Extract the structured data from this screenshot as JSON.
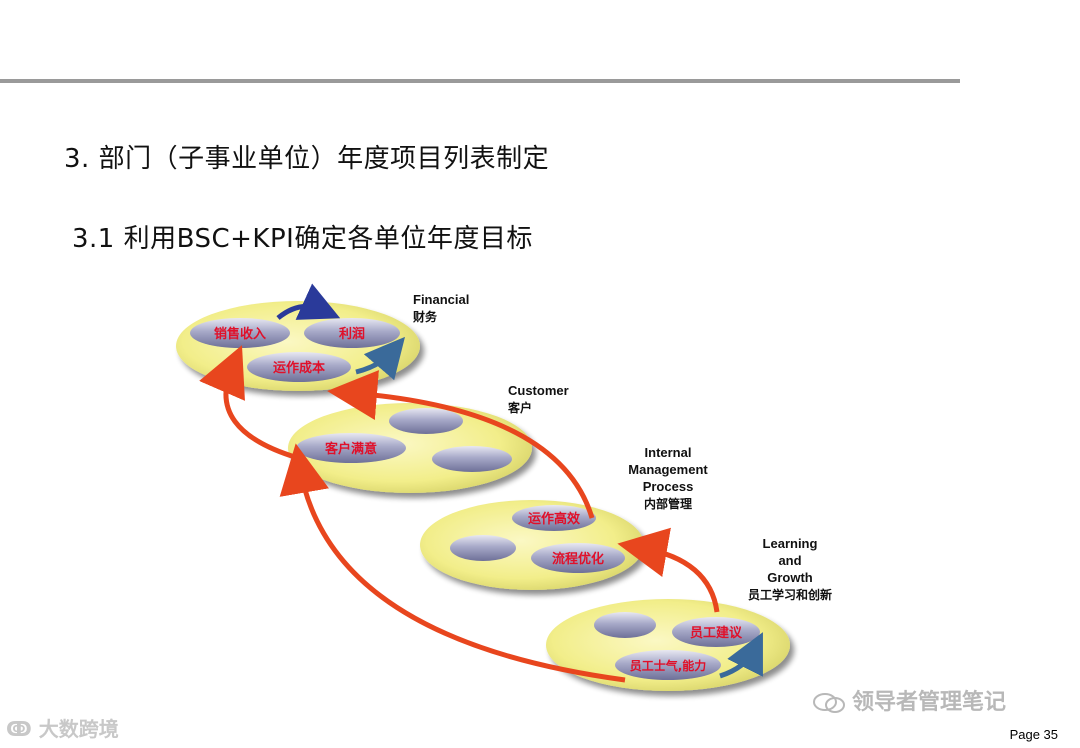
{
  "heading": "3.   部门（子事业单位）年度项目列表制定",
  "subheading": "3.1   利用BSC+KPI确定各单位年度目标",
  "page_label": "Page 35",
  "watermark_left": "大数跨境",
  "watermark_right": "领导者管理笔记",
  "colors": {
    "ellipse_fill": "#f2ee8a",
    "pill_fill": "#9a9cc0",
    "pill_text": "#e0102a",
    "arrow_red": "#e8461e",
    "arrow_blue": "#2a3a9a"
  },
  "levels": {
    "financial": {
      "label_en": "Financial",
      "label_cn": "财务",
      "pills": [
        "销售收入",
        "利润",
        "运作成本"
      ]
    },
    "customer": {
      "label_en": "Customer",
      "label_cn": "客户",
      "pills": [
        "客户满意",
        "",
        ""
      ]
    },
    "internal": {
      "label_en_1": "Internal",
      "label_en_2": "Management",
      "label_en_3": "Process",
      "label_cn": "内部管理",
      "pills": [
        "运作高效",
        "流程优化",
        ""
      ]
    },
    "learning": {
      "label_en_1": "Learning",
      "label_en_2": "and",
      "label_en_3": "Growth",
      "label_cn": "员工学习和创新",
      "pills": [
        "员工建议",
        "员工士气,能力",
        ""
      ]
    }
  }
}
